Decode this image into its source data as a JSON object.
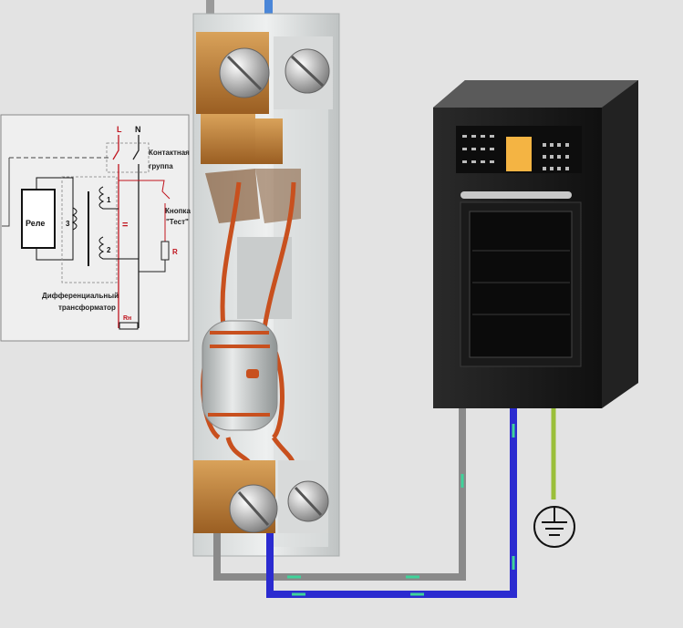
{
  "schematic": {
    "phase_label": "L",
    "neutral_label": "N",
    "contact_group_line1": "Контактная",
    "contact_group_line2": "группа",
    "relay_label": "Реле",
    "winding_1": "1",
    "winding_2": "2",
    "winding_3": "3",
    "test_button_line1": "Кнопка",
    "test_button_line2": "\"Тест\"",
    "resistor_label": "R",
    "transformer_line1": "Дифференциальный",
    "transformer_line2": "трансформатор",
    "load_label": "Rн"
  },
  "colors": {
    "background": "#e3e3e3",
    "phase_wire": "#8a8a8a",
    "neutral_wire": "#2b2bd0",
    "ground_wire": "#9bbf3a",
    "copper": "#c8501e",
    "terminal": "#c0843a",
    "oven_body": "#1c1c1c",
    "oven_display": "#f4b443",
    "schematic_red": "#c0141e"
  }
}
